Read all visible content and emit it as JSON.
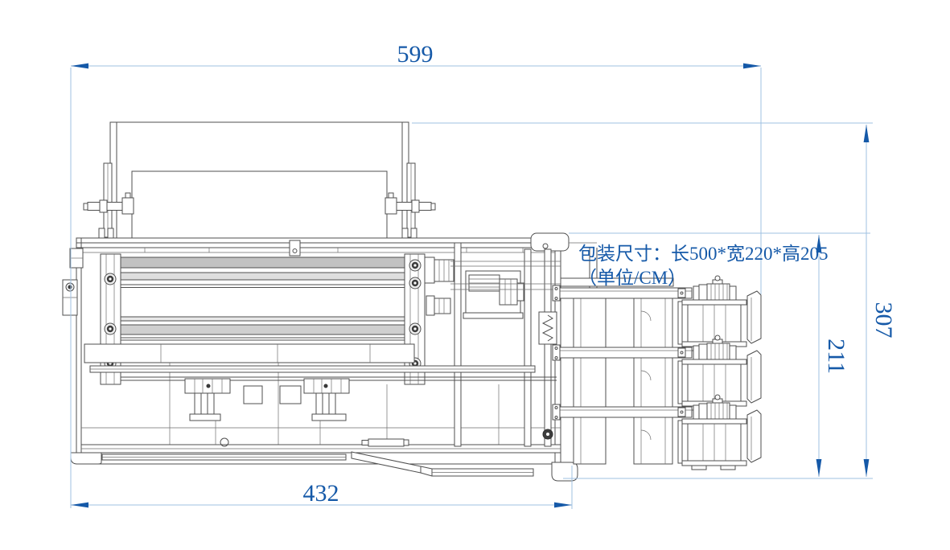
{
  "drawing": {
    "type": "engineering-cad-side-view",
    "dims": {
      "top_width": "599",
      "bottom_width": "432",
      "right_total_height": "307",
      "right_body_height": "211"
    },
    "note": {
      "line1": "包装尺寸：长500*宽220*高205",
      "line2": "（单位/CM）"
    },
    "colors": {
      "dimension_blue": "#1559a8",
      "dimension_line": "#9fc0e2",
      "outline_gray": "#4f4f4f",
      "background": "#ffffff"
    }
  }
}
